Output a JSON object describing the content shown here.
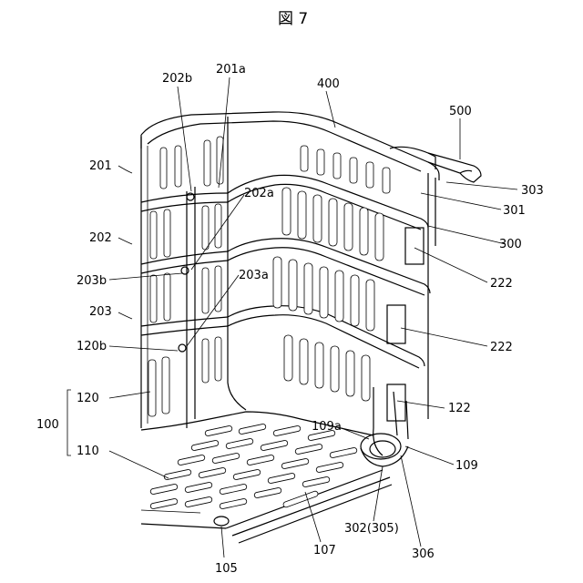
{
  "figure": {
    "title": "図 7"
  },
  "labels": {
    "l400": "400",
    "l500": "500",
    "l303": "303",
    "l301": "301",
    "l300": "300",
    "l222a": "222",
    "l222b": "222",
    "l122": "122",
    "l109": "109",
    "l109a": "109a",
    "l306": "306",
    "l302": "302(305)",
    "l107": "107",
    "l105": "105",
    "l201": "201",
    "l202": "202",
    "l203": "203",
    "l202b": "202b",
    "l201a": "201a",
    "l202a": "202a",
    "l203b": "203b",
    "l203a": "203a",
    "l120b": "120b",
    "l120": "120",
    "l100": "100",
    "l110": "110"
  }
}
